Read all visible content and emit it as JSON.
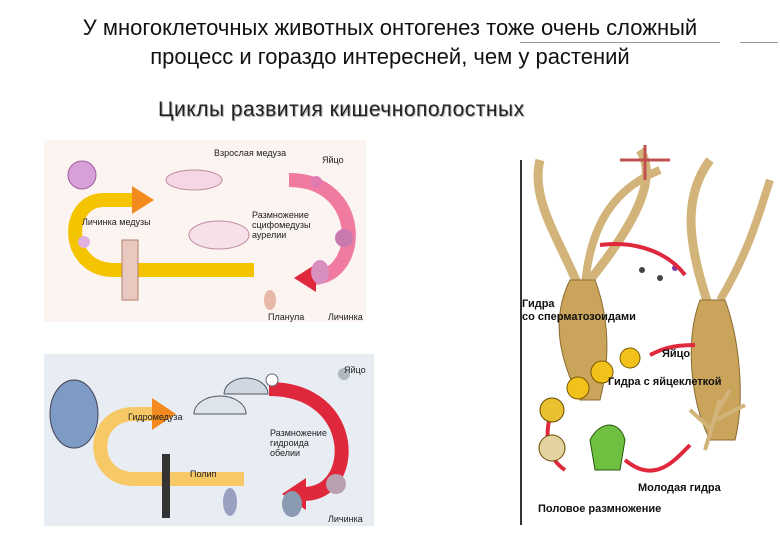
{
  "slide": {
    "title_line1": "У многоклеточных животных онтогенез тоже очень сложный",
    "title_line2": "процесс и гораздо интересней, чем у растений",
    "subtitle": "Циклы развития кишечнополостных"
  },
  "scyphozoa_panel": {
    "labels": {
      "adult_medusa": "Взрослая медуза",
      "egg": "Яйцо",
      "medusa_larva": "Личинка медузы",
      "reproduction": "Размножение\nсцифомедузы\nаурелии",
      "planula": "Планула",
      "larva": "Личинка"
    }
  },
  "hydroid_panel": {
    "labels": {
      "egg": "Яйцо",
      "hydromedusa": "Гидромедуза",
      "reproduction": "Размножение\nгидроида\nобелии",
      "polyp": "Полип",
      "larva": "Личинка"
    }
  },
  "hydra_panel": {
    "labels": {
      "hydra_sperm": "Гидра\nсо сперматозоидами",
      "egg": "Яйцо",
      "hydra_egg_cell": "Гидра с яйцеклеткой",
      "young_hydra": "Молодая гидра",
      "sexual_reproduction": "Половое размножение"
    }
  },
  "colors": {
    "arrow_yellow": "#f5c400",
    "arrow_orange": "#f28a1e",
    "arrow_red": "#e0283c",
    "arrow_pink": "#f07aa0",
    "hydra_body": "#c9a45a",
    "background": "#ffffff"
  }
}
